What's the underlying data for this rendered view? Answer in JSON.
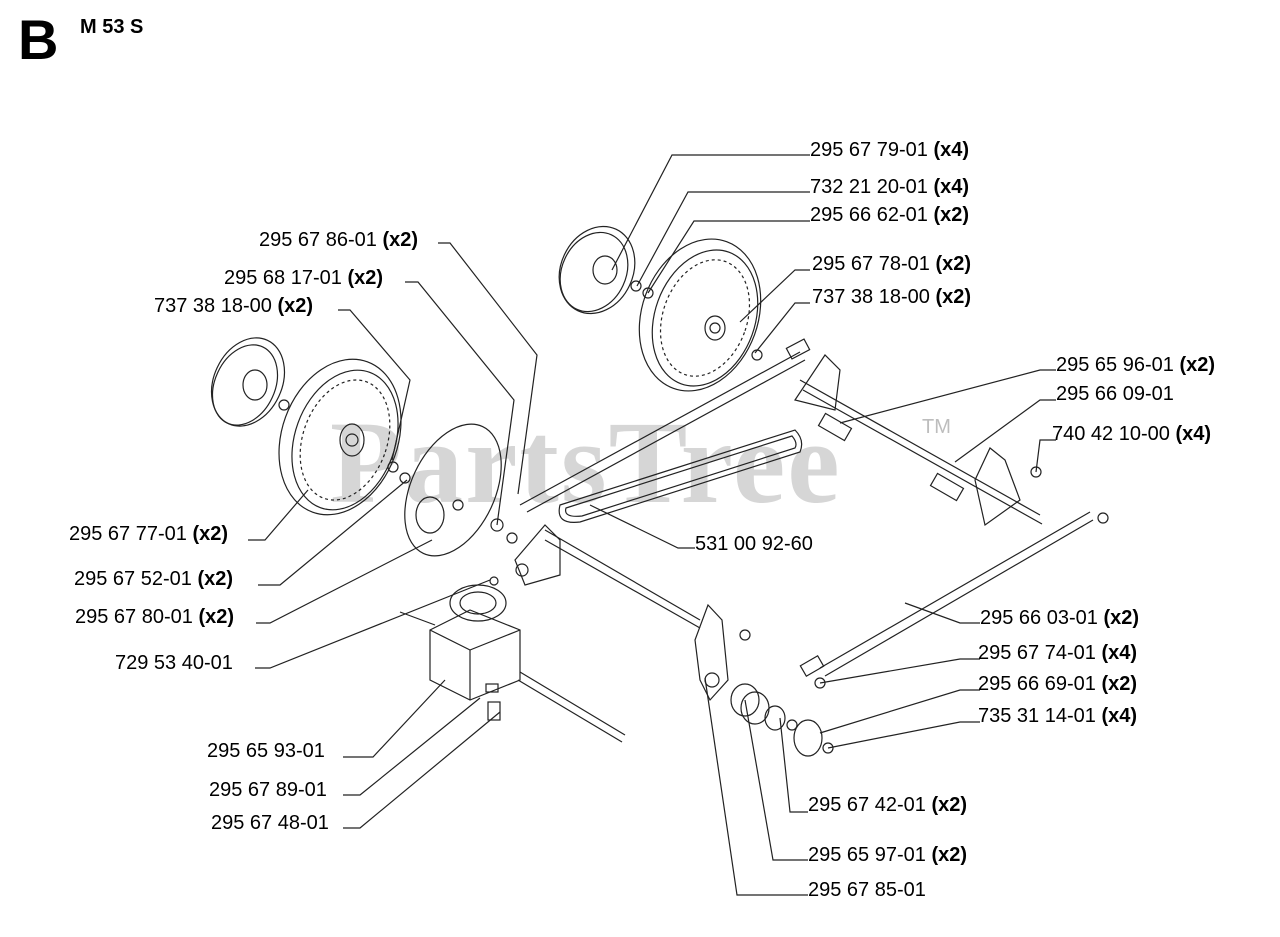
{
  "header": {
    "section": "B",
    "model": "M 53 S"
  },
  "watermark": {
    "text": "PartsTree",
    "tm": "TM"
  },
  "colors": {
    "ink": "#222222",
    "watermark": "#c9c9c9"
  },
  "labels": [
    {
      "id": "p1",
      "part": "295 67 79-01",
      "qty": "(x4)"
    },
    {
      "id": "p2",
      "part": "732 21 20-01",
      "qty": "(x4)"
    },
    {
      "id": "p3",
      "part": "295 66 62-01",
      "qty": "(x2)"
    },
    {
      "id": "p4",
      "part": "295 67 86-01",
      "qty": "(x2)"
    },
    {
      "id": "p5",
      "part": "295 67 78-01",
      "qty": "(x2)"
    },
    {
      "id": "p6",
      "part": "295 68 17-01",
      "qty": "(x2)"
    },
    {
      "id": "p7",
      "part": "737 38 18-00",
      "qty": "(x2)"
    },
    {
      "id": "p8",
      "part": "737 38 18-00",
      "qty": "(x2)"
    },
    {
      "id": "p9",
      "part": "295 65 96-01",
      "qty": "(x2)"
    },
    {
      "id": "p10",
      "part": "295 66 09-01",
      "qty": ""
    },
    {
      "id": "p11",
      "part": "740 42 10-00",
      "qty": "(x4)"
    },
    {
      "id": "p12",
      "part": "295 67 77-01",
      "qty": "(x2)"
    },
    {
      "id": "p13",
      "part": "531 00 92-60",
      "qty": ""
    },
    {
      "id": "p14",
      "part": "295 67 52-01",
      "qty": "(x2)"
    },
    {
      "id": "p15",
      "part": "295 67 80-01",
      "qty": "(x2)"
    },
    {
      "id": "p16",
      "part": "295 66 03-01",
      "qty": "(x2)"
    },
    {
      "id": "p17",
      "part": "729 53 40-01",
      "qty": ""
    },
    {
      "id": "p18",
      "part": "295 67 74-01",
      "qty": "(x4)"
    },
    {
      "id": "p19",
      "part": "295 66 69-01",
      "qty": "(x2)"
    },
    {
      "id": "p20",
      "part": "735 31 14-01",
      "qty": "(x4)"
    },
    {
      "id": "p21",
      "part": "295 65 93-01",
      "qty": ""
    },
    {
      "id": "p22",
      "part": "295 67 89-01",
      "qty": ""
    },
    {
      "id": "p23",
      "part": "295 67 48-01",
      "qty": ""
    },
    {
      "id": "p24",
      "part": "295 67 42-01",
      "qty": "(x2)"
    },
    {
      "id": "p25",
      "part": "295 65 97-01",
      "qty": "(x2)"
    },
    {
      "id": "p26",
      "part": "295 67 85-01",
      "qty": ""
    }
  ]
}
